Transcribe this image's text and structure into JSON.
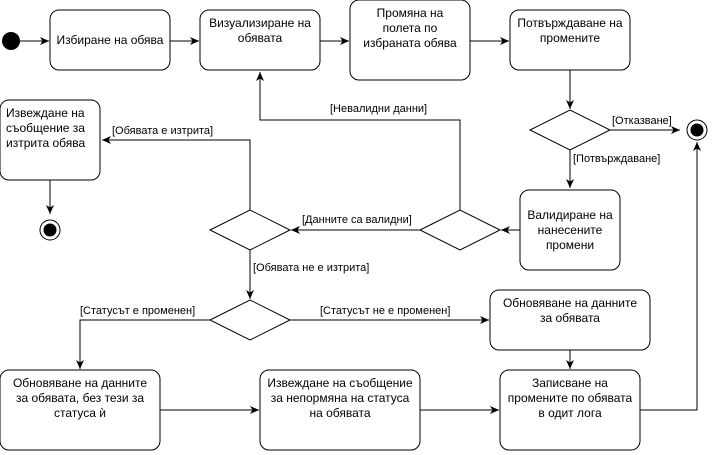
{
  "activities": {
    "select_ad": "Избиране на обява",
    "visualize_ad": "Визуализиране на обявата",
    "change_fields": "Промяна на полета по избраната обява",
    "confirm_changes": "Потвърждаване на промените",
    "deleted_message": "Извеждане на съобщение за изтрита обява",
    "validate_changes": "Валидиране на нанесените промени",
    "update_data": "Обновяване на данните за обявата",
    "update_without_status": "Обновяване на данните за обявата, без тези за статуса ѝ",
    "status_unchanged_message": "Извеждане на съобщение за непормяна на статуса на обявата",
    "audit_log": "Записване на промените по обявата в одит лога"
  },
  "guards": {
    "invalid_data": "[Невалидни данни]",
    "cancel": "[Отказване]",
    "confirm": "[Потвърждаване]",
    "ad_deleted": "[Обявата е изтрита]",
    "data_valid": "[Данните са валидни]",
    "ad_not_deleted": "[Обявата не е изтрита]",
    "status_changed": "[Статусът е променен]",
    "status_not_changed": "[Статусът не е променен]"
  },
  "colors": {
    "stroke": "#000000",
    "fill": "#ffffff",
    "node": "#000000"
  }
}
